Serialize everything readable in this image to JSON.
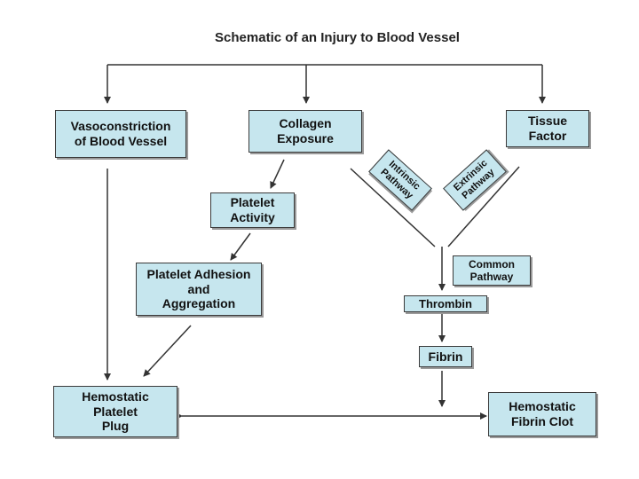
{
  "title": "Schematic of an Injury to Blood Vessel",
  "nodes": {
    "vasoconstriction": "Vasoconstriction\nof Blood Vessel",
    "collagen": "Collagen\nExposure",
    "tissue_factor": "Tissue\nFactor",
    "platelet_activity": "Platelet\nActivity",
    "platelet_adhesion": "Platelet Adhesion\nand\nAggregation",
    "intrinsic": "Intrinsic\nPathway",
    "extrinsic": "Extrinsic\nPathway",
    "common": "Common\nPathway",
    "thrombin": "Thrombin",
    "fibrin": "Fibrin",
    "platelet_plug": "Hemostatic\nPlatelet\nPlug",
    "fibrin_clot": "Hemostatic\nFibrin Clot"
  }
}
